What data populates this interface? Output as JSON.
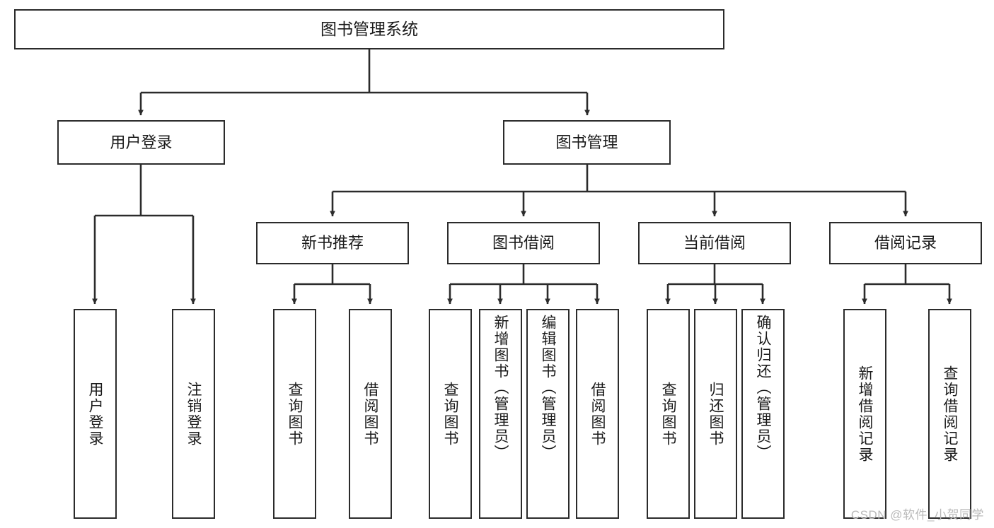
{
  "diagram": {
    "title": "图书管理系统",
    "type": "tree",
    "stroke_color": "#2b2b2b",
    "fill_color": "#ffffff",
    "text_color": "#1a1a1a",
    "watermark": "CSDN @软件_小贺同学",
    "nodes": {
      "root": {
        "label": "图书管理系统"
      },
      "level2": [
        {
          "id": "user-login",
          "label": "用户登录"
        },
        {
          "id": "book-manage",
          "label": "图书管理"
        }
      ],
      "level3": [
        {
          "id": "new-book-rec",
          "label": "新书推荐"
        },
        {
          "id": "book-borrow",
          "label": "图书借阅"
        },
        {
          "id": "current-borrow",
          "label": "当前借阅"
        },
        {
          "id": "borrow-record",
          "label": "借阅记录"
        }
      ],
      "leaves": {
        "user_login": [
          {
            "id": "leaf-user-login",
            "label": "用户登录"
          },
          {
            "id": "leaf-logout",
            "label": "注销登录"
          }
        ],
        "new_book_rec": [
          {
            "id": "leaf-query-book-1",
            "label": "查询图书"
          },
          {
            "id": "leaf-borrow-book-1",
            "label": "借阅图书"
          }
        ],
        "book_borrow": [
          {
            "id": "leaf-query-book-2",
            "label": "查询图书"
          },
          {
            "id": "leaf-add-book",
            "label": "新增图书（管理员）"
          },
          {
            "id": "leaf-edit-book",
            "label": "编辑图书（管理员）"
          },
          {
            "id": "leaf-borrow-book-2",
            "label": "借阅图书"
          }
        ],
        "current_borrow": [
          {
            "id": "leaf-query-book-3",
            "label": "查询图书"
          },
          {
            "id": "leaf-return-book",
            "label": "归还图书"
          },
          {
            "id": "leaf-confirm-return",
            "label": "确认归还（管理员）"
          }
        ],
        "borrow_record": [
          {
            "id": "leaf-add-record",
            "label": "新增借阅记录"
          },
          {
            "id": "leaf-query-record",
            "label": "查询借阅记录"
          }
        ]
      }
    }
  }
}
